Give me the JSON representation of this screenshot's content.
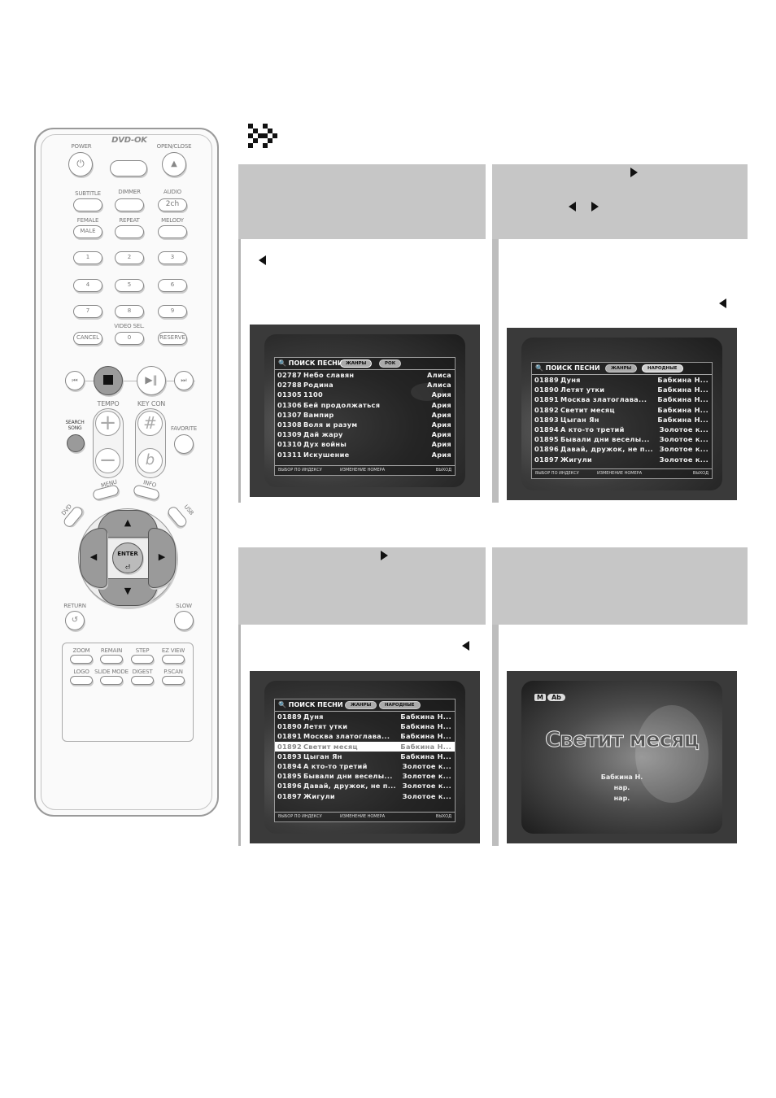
{
  "remote": {
    "logo": "DVD-OK",
    "power": "POWER",
    "open_close": "OPEN/CLOSE",
    "subtitle": "SUBTITLE",
    "dimmer": "DIMMER",
    "audio": "AUDIO",
    "audio_btn": "2ch",
    "female": "FEMALE",
    "male_btn": "MALE",
    "repeat": "REPEAT",
    "melody": "MELODY",
    "digits": [
      "1",
      "2",
      "3",
      "4",
      "5",
      "6",
      "7",
      "8",
      "9"
    ],
    "video_sel": "VIDEO SEL.",
    "cancel": "CANCEL",
    "zero": "0",
    "reserve": "RESERVE",
    "tempo": "TEMPO",
    "key_con": "KEY CON",
    "search_song": "SEARCH SONG",
    "favorite": "FAVORITE",
    "plus": "+",
    "minus": "−",
    "sharp": "#",
    "flat": "b",
    "menu": "MENU",
    "info": "INFO",
    "dvd": "DVD",
    "usb": "USB",
    "enter": "ENTER",
    "return": "RETURN",
    "slow": "SLOW",
    "zoom": "ZOOM",
    "remain": "REMAIN",
    "step": "STEP",
    "ez_view": "EZ VIEW",
    "logo_btn": "LOGO",
    "slide_mode": "SLIDE MODE",
    "digest": "DIGEST",
    "p_scan": "P.SCAN"
  },
  "screens": {
    "s1": {
      "title": "ПОИСК ПЕСНИ",
      "tab1": "ЖАНРЫ",
      "tab2": "РОК",
      "rows": [
        {
          "num": "02787",
          "title": "Небо славян",
          "artist": "Алиса"
        },
        {
          "num": "02788",
          "title": "Родина",
          "artist": "Алиса"
        },
        {
          "num": "01305",
          "title": "1100",
          "artist": "Ария"
        },
        {
          "num": "01306",
          "title": "Бей продолжаться",
          "artist": "Ария"
        },
        {
          "num": "01307",
          "title": "Вампир",
          "artist": "Ария"
        },
        {
          "num": "01308",
          "title": "Воля и разум",
          "artist": "Ария"
        },
        {
          "num": "01309",
          "title": "Дай жару",
          "artist": "Ария"
        },
        {
          "num": "01310",
          "title": "Дух войны",
          "artist": "Ария"
        },
        {
          "num": "01311",
          "title": "Искушение",
          "artist": "Ария"
        }
      ],
      "foot1": "ВЫБОР ПО ИНДЕКСУ",
      "foot2": "ИЗМЕНЕНИЕ НОМЕРА",
      "foot3": "ВЫХОД"
    },
    "s2": {
      "title": "ПОИСК ПЕСНИ",
      "tab1": "ЖАНРЫ",
      "tab2": "НАРОДНЫЕ",
      "rows": [
        {
          "num": "01889",
          "title": "Дуня",
          "artist": "Бабкина Н..."
        },
        {
          "num": "01890",
          "title": "Летят утки",
          "artist": "Бабкина Н..."
        },
        {
          "num": "01891",
          "title": "Москва златоглава...",
          "artist": "Бабкина Н..."
        },
        {
          "num": "01892",
          "title": "Светит месяц",
          "artist": "Бабкина Н..."
        },
        {
          "num": "01893",
          "title": "Цыган Ян",
          "artist": "Бабкина Н..."
        },
        {
          "num": "01894",
          "title": "А кто-то третий",
          "artist": "Золотое к..."
        },
        {
          "num": "01895",
          "title": "Бывали дни веселы...",
          "artist": "Золотое к..."
        },
        {
          "num": "01896",
          "title": "Давай, дружок, не п...",
          "artist": "Золотое к..."
        },
        {
          "num": "01897",
          "title": "Жигули",
          "artist": "Золотое к..."
        }
      ],
      "foot1": "ВЫБОР ПО ИНДЕКСУ",
      "foot2": "ИЗМЕНЕНИЕ НОМЕРА",
      "foot3": "ВЫХОД"
    },
    "s4": {
      "badge_m": "M",
      "badge_ab": "Ab",
      "song_title": "Светит месяц",
      "artist": "Бабкина Н.",
      "composer": "нар.",
      "lyricist": "нар."
    }
  }
}
